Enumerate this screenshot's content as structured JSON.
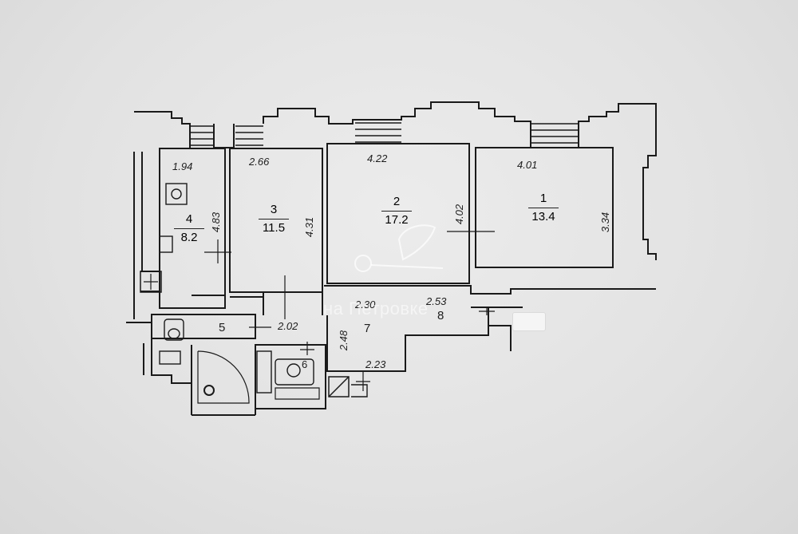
{
  "rooms": [
    {
      "id": "room-1",
      "number": "1",
      "area": "13.4",
      "width": "4.01",
      "depth": "3.34"
    },
    {
      "id": "room-2",
      "number": "2",
      "area": "17.2",
      "width": "4.22",
      "depth": "4.02"
    },
    {
      "id": "room-3",
      "number": "3",
      "area": "11.5",
      "width": "2.66",
      "depth": "4.31"
    },
    {
      "id": "room-4",
      "number": "4",
      "area": "8.2",
      "width": "1.94",
      "depth": "4.83"
    },
    {
      "id": "room-5",
      "number": "5"
    },
    {
      "id": "room-6",
      "number": "6"
    },
    {
      "id": "room-7",
      "number": "7",
      "width": "2.30",
      "depth": "2.48"
    },
    {
      "id": "room-8",
      "number": "8",
      "width": "2.53"
    }
  ],
  "extra_dims": {
    "corridor_5": "2.02",
    "room_7_bottom": "2.23"
  },
  "watermark": {
    "text": "на Петровке"
  }
}
